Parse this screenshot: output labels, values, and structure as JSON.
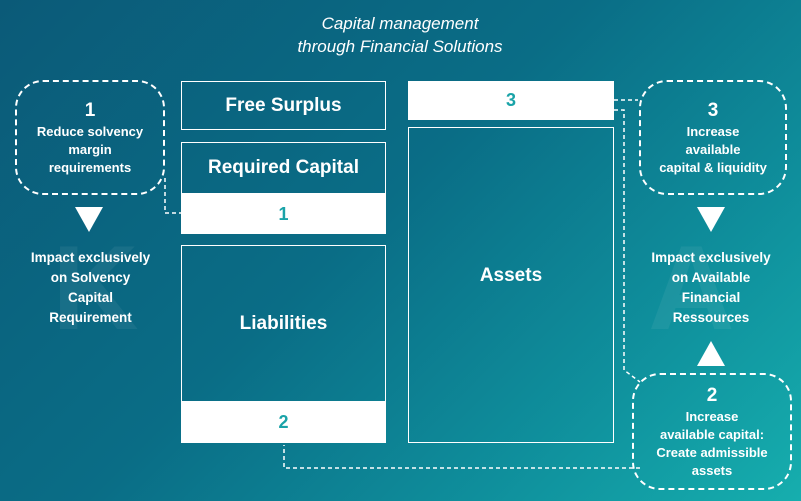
{
  "title": {
    "line1": "Capital management",
    "line2": "through Financial Solutions"
  },
  "balance_sheet": {
    "free_surplus": "Free Surplus",
    "required_capital": "Required Capital",
    "required_capital_num": "1",
    "liabilities": "Liabilities",
    "liabilities_num": "2",
    "assets_num": "3",
    "assets": "Assets"
  },
  "left": {
    "bubble": {
      "num": "1",
      "line1": "Reduce solvency",
      "line2": "margin",
      "line3": "requirements"
    },
    "impact": {
      "line1": "Impact exclusively",
      "line2": "on Solvency",
      "line3": "Capital",
      "line4": "Requirement"
    }
  },
  "right": {
    "bubble_top": {
      "num": "3",
      "line1": "Increase",
      "line2": "available",
      "line3": "capital & liquidity"
    },
    "impact": {
      "line1": "Impact exclusively",
      "line2": "on Available",
      "line3": "Financial",
      "line4": "Ressources"
    },
    "bubble_bottom": {
      "num": "2",
      "line1": "Increase",
      "line2": "available capital:",
      "line3": "Create admissible",
      "line4": "assets"
    }
  },
  "colors": {
    "accent": "#1aa3a8",
    "background_start": "#0b5a78",
    "background_end": "#16aeae"
  }
}
